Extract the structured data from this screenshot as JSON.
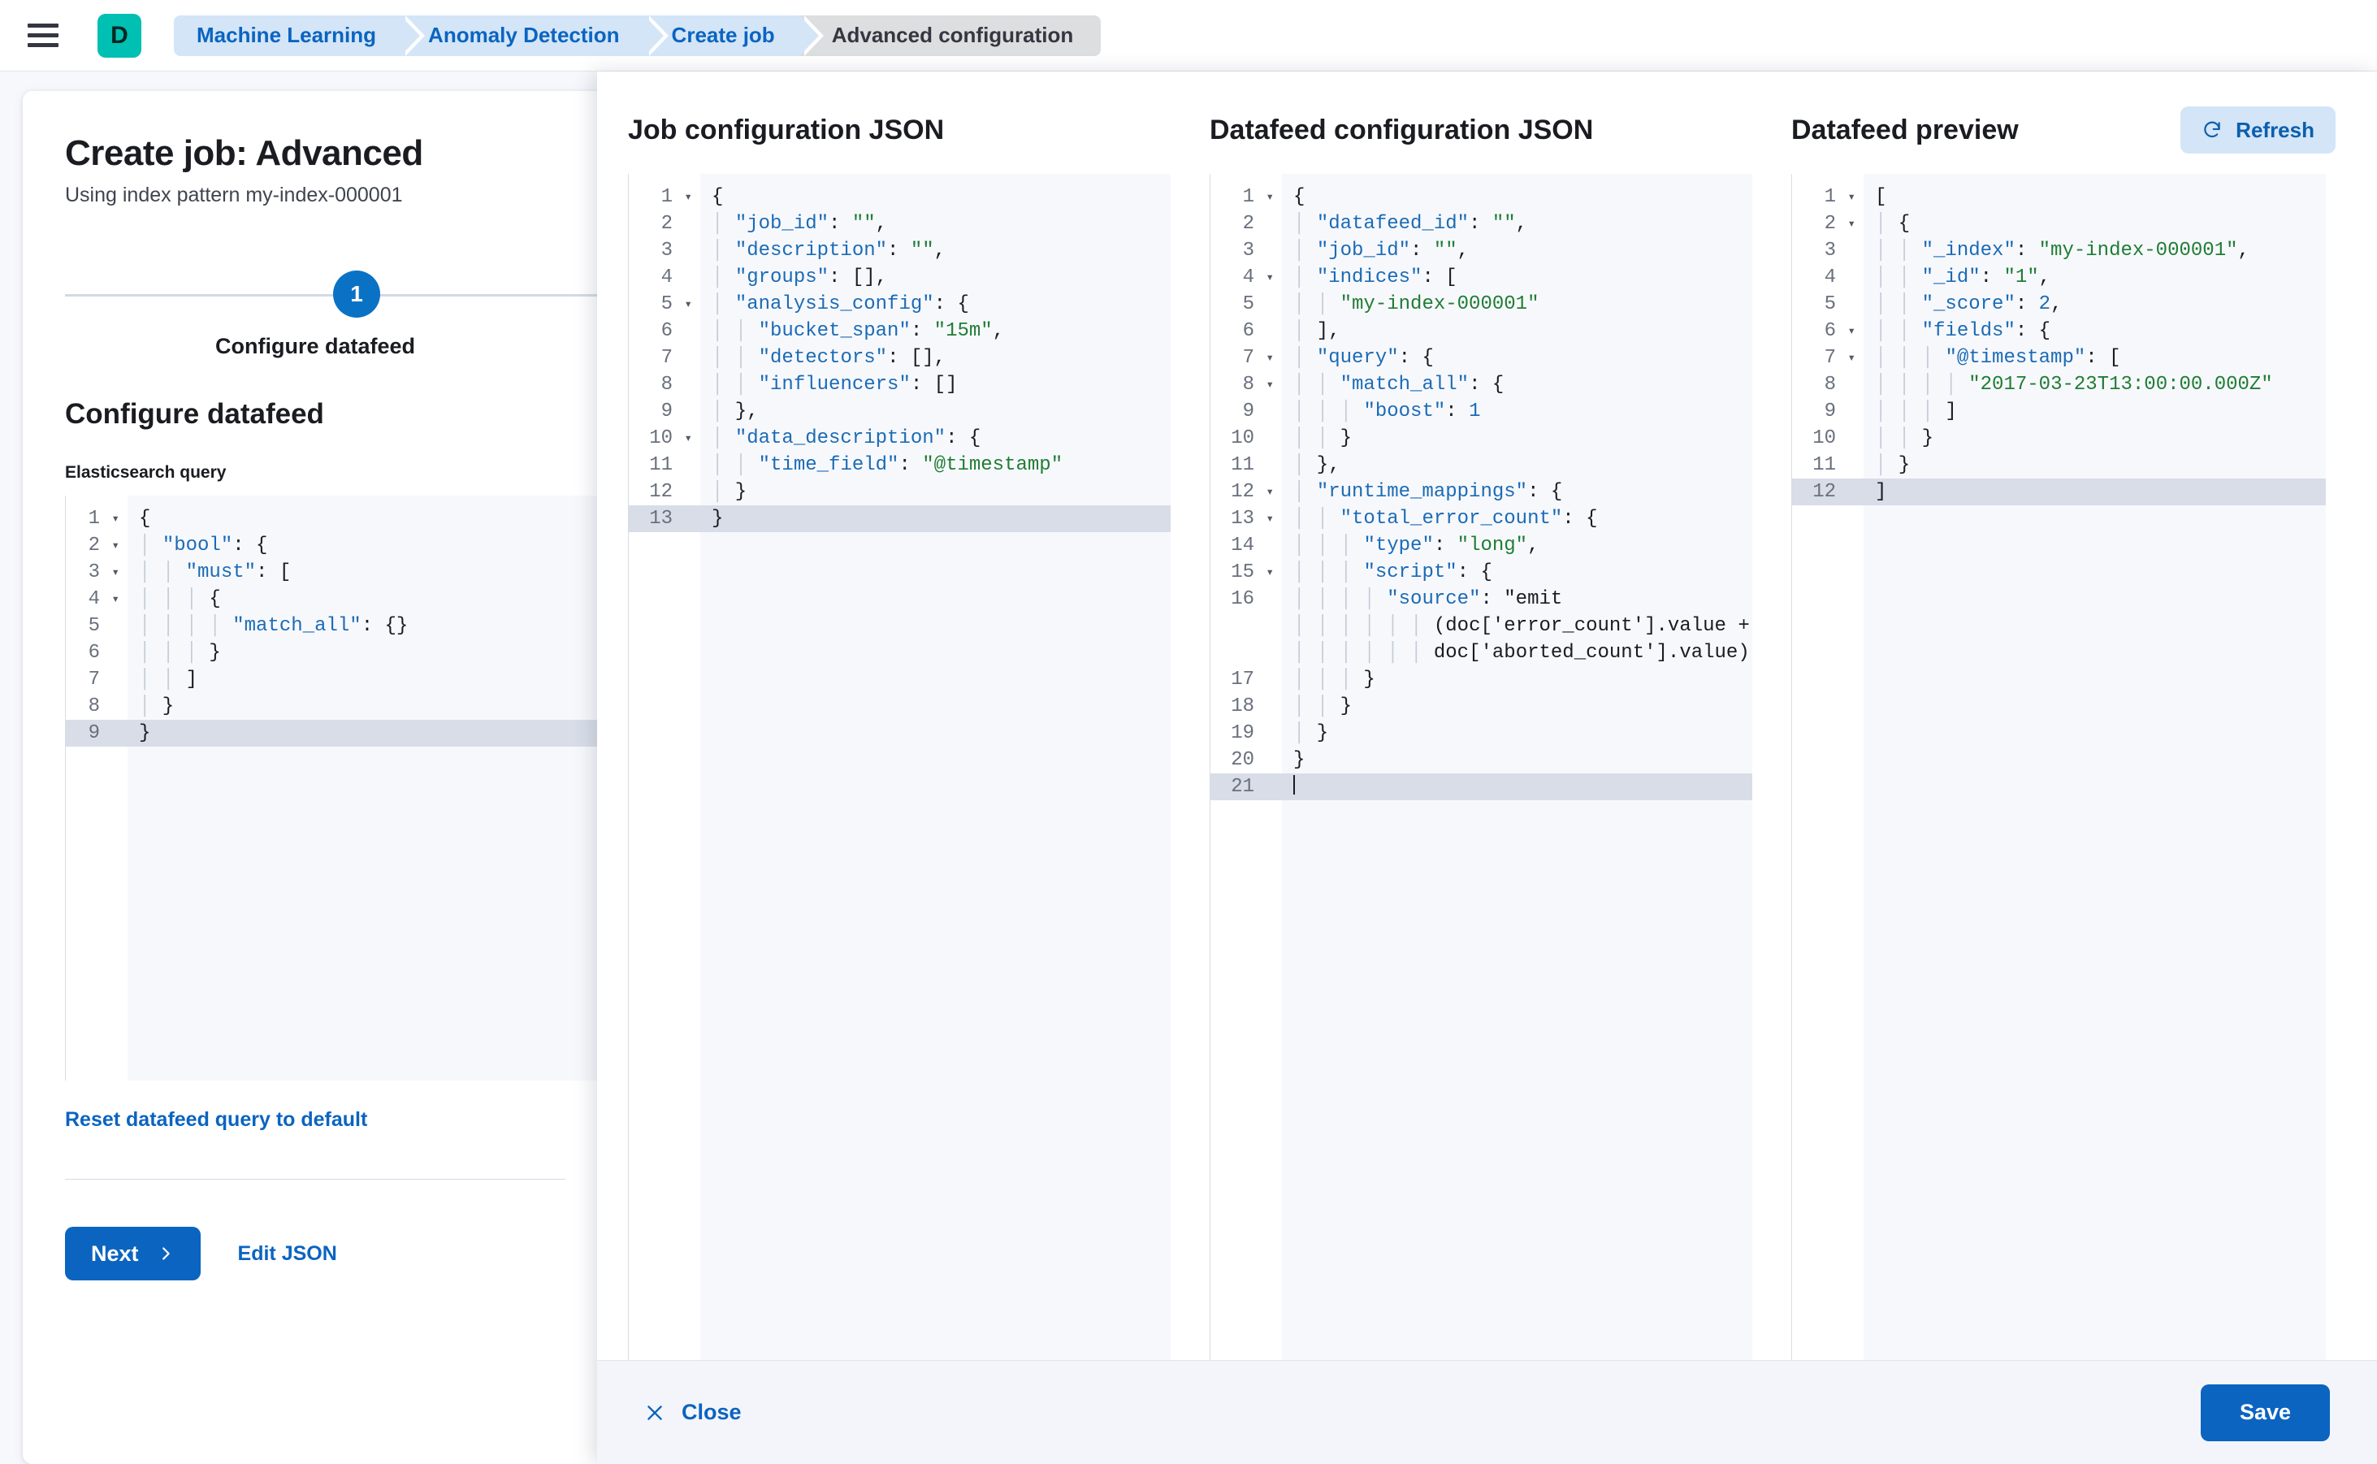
{
  "topbar": {
    "menu_icon": "hamburger-icon",
    "logo_letter": "D",
    "breadcrumbs": [
      {
        "label": "Machine Learning",
        "current": false
      },
      {
        "label": "Anomaly Detection",
        "current": false
      },
      {
        "label": "Create job",
        "current": false
      },
      {
        "label": "Advanced configuration",
        "current": true
      }
    ]
  },
  "wizard": {
    "title": "Create job: Advanced",
    "subtitle": "Using index pattern my-index-000001",
    "step_number": "1",
    "step_label": "Configure datafeed",
    "section_title": "Configure datafeed",
    "field_label": "Elasticsearch query",
    "reset_link": "Reset datafeed query to default",
    "next_label": "Next",
    "next_icon": "chevron-right-icon",
    "edit_json_label": "Edit JSON",
    "es_query_lines": [
      {
        "n": "1",
        "fold": true,
        "text": "{"
      },
      {
        "n": "2",
        "fold": true,
        "text": "  \"bool\": {"
      },
      {
        "n": "3",
        "fold": true,
        "text": "    \"must\": ["
      },
      {
        "n": "4",
        "fold": true,
        "text": "      {"
      },
      {
        "n": "5",
        "fold": false,
        "text": "        \"match_all\": {}"
      },
      {
        "n": "6",
        "fold": false,
        "text": "      }"
      },
      {
        "n": "7",
        "fold": false,
        "text": "    ]"
      },
      {
        "n": "8",
        "fold": false,
        "text": "  }"
      },
      {
        "n": "9",
        "fold": false,
        "text": "}",
        "active": true
      }
    ]
  },
  "flyout": {
    "columns": [
      {
        "title": "Job configuration JSON",
        "lines": [
          {
            "n": "1",
            "fold": true,
            "text": "{"
          },
          {
            "n": "2",
            "fold": false,
            "text": "  \"job_id\": \"\","
          },
          {
            "n": "3",
            "fold": false,
            "text": "  \"description\": \"\","
          },
          {
            "n": "4",
            "fold": false,
            "text": "  \"groups\": [],"
          },
          {
            "n": "5",
            "fold": true,
            "text": "  \"analysis_config\": {"
          },
          {
            "n": "6",
            "fold": false,
            "text": "    \"bucket_span\": \"15m\","
          },
          {
            "n": "7",
            "fold": false,
            "text": "    \"detectors\": [],"
          },
          {
            "n": "8",
            "fold": false,
            "text": "    \"influencers\": []"
          },
          {
            "n": "9",
            "fold": false,
            "text": "  },"
          },
          {
            "n": "10",
            "fold": true,
            "text": "  \"data_description\": {"
          },
          {
            "n": "11",
            "fold": false,
            "text": "    \"time_field\": \"@timestamp\""
          },
          {
            "n": "12",
            "fold": false,
            "text": "  }"
          },
          {
            "n": "13",
            "fold": false,
            "text": "}",
            "active": true
          }
        ]
      },
      {
        "title": "Datafeed configuration JSON",
        "lines": [
          {
            "n": "1",
            "fold": true,
            "text": "{"
          },
          {
            "n": "2",
            "fold": false,
            "text": "  \"datafeed_id\": \"\","
          },
          {
            "n": "3",
            "fold": false,
            "text": "  \"job_id\": \"\","
          },
          {
            "n": "4",
            "fold": true,
            "text": "  \"indices\": ["
          },
          {
            "n": "5",
            "fold": false,
            "text": "    \"my-index-000001\""
          },
          {
            "n": "6",
            "fold": false,
            "text": "  ],"
          },
          {
            "n": "7",
            "fold": true,
            "text": "  \"query\": {"
          },
          {
            "n": "8",
            "fold": true,
            "text": "    \"match_all\": {"
          },
          {
            "n": "9",
            "fold": false,
            "text": "      \"boost\": 1"
          },
          {
            "n": "10",
            "fold": false,
            "text": "    }"
          },
          {
            "n": "11",
            "fold": false,
            "text": "  },"
          },
          {
            "n": "12",
            "fold": true,
            "text": "  \"runtime_mappings\": {"
          },
          {
            "n": "13",
            "fold": true,
            "text": "    \"total_error_count\": {"
          },
          {
            "n": "14",
            "fold": false,
            "text": "      \"type\": \"long\","
          },
          {
            "n": "15",
            "fold": true,
            "text": "      \"script\": {"
          },
          {
            "n": "16",
            "fold": false,
            "text": "        \"source\": \"emit\n            (doc['error_count'].value +\n            doc['aborted_count'].value)\"",
            "wrap": true
          },
          {
            "n": "17",
            "fold": false,
            "text": "      }"
          },
          {
            "n": "18",
            "fold": false,
            "text": "    }"
          },
          {
            "n": "19",
            "fold": false,
            "text": "  }"
          },
          {
            "n": "20",
            "fold": false,
            "text": "}"
          },
          {
            "n": "21",
            "fold": false,
            "text": "",
            "active": true,
            "caret": true
          }
        ]
      },
      {
        "title": "Datafeed preview",
        "refresh_label": "Refresh",
        "refresh_icon": "refresh-icon",
        "lines": [
          {
            "n": "1",
            "fold": true,
            "text": "["
          },
          {
            "n": "2",
            "fold": true,
            "text": "  {"
          },
          {
            "n": "3",
            "fold": false,
            "text": "    \"_index\": \"my-index-000001\","
          },
          {
            "n": "4",
            "fold": false,
            "text": "    \"_id\": \"1\","
          },
          {
            "n": "5",
            "fold": false,
            "text": "    \"_score\": 2,"
          },
          {
            "n": "6",
            "fold": true,
            "text": "    \"fields\": {"
          },
          {
            "n": "7",
            "fold": true,
            "text": "      \"@timestamp\": ["
          },
          {
            "n": "8",
            "fold": false,
            "text": "        \"2017-03-23T13:00:00.000Z\""
          },
          {
            "n": "9",
            "fold": false,
            "text": "      ]"
          },
          {
            "n": "10",
            "fold": false,
            "text": "    }"
          },
          {
            "n": "11",
            "fold": false,
            "text": "  }"
          },
          {
            "n": "12",
            "fold": false,
            "text": "]",
            "active": true
          }
        ]
      }
    ],
    "footer": {
      "close_label": "Close",
      "close_icon": "x-icon",
      "save_label": "Save"
    }
  },
  "colors": {
    "accent_blue": "#0b64c0",
    "brand_teal": "#00BFB3",
    "crumb_bg": "#d3e5f7",
    "crumb_current_bg": "#dcdedf",
    "json_key": "#1b6bb5",
    "json_string": "#1f7d34"
  }
}
